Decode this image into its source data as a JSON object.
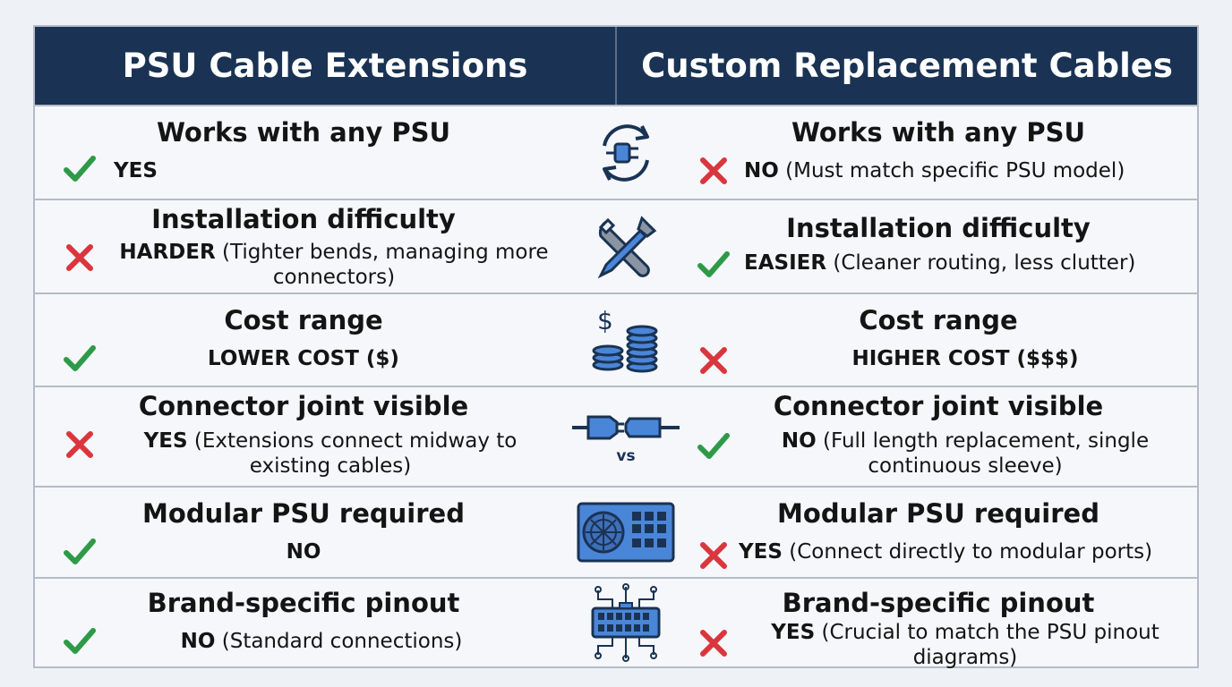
{
  "header": {
    "left_title": "PSU Cable Extensions",
    "right_title": "Custom Replacement Cables"
  },
  "rows": [
    {
      "icon": "plug-refresh-icon",
      "left": {
        "title": "Works with any PSU",
        "mark": "check",
        "keyword": "YES",
        "detail": ""
      },
      "right": {
        "title": "Works with any PSU",
        "mark": "cross",
        "keyword": "NO",
        "detail": " (Must match specific PSU model)"
      }
    },
    {
      "icon": "wrench-screwdriver-icon",
      "left": {
        "title": "Installation difficulty",
        "mark": "cross",
        "keyword": "HARDER",
        "detail": " (Tighter bends, managing more connectors)"
      },
      "right": {
        "title": "Installation difficulty",
        "mark": "check",
        "keyword": "EASIER",
        "detail": " (Cleaner routing, less clutter)"
      }
    },
    {
      "icon": "coin-stack-icon",
      "left": {
        "title": "Cost range",
        "mark": "check",
        "keyword": "LOWER COST ($)",
        "detail": ""
      },
      "right": {
        "title": "Cost range",
        "mark": "cross",
        "keyword": "HIGHER COST ($$$)",
        "detail": ""
      }
    },
    {
      "icon": "plug-connector-icon",
      "icon_label": "vs",
      "left": {
        "title": "Connector joint visible",
        "mark": "cross",
        "keyword": "YES",
        "detail": " (Extensions connect midway to existing cables)"
      },
      "right": {
        "title": "Connector joint visible",
        "mark": "check",
        "keyword": "NO",
        "detail": " (Full length replacement, single continuous sleeve)"
      }
    },
    {
      "icon": "psu-unit-icon",
      "left": {
        "title": "Modular PSU required",
        "mark": "check",
        "keyword": "NO",
        "detail": ""
      },
      "right": {
        "title": "Modular PSU required",
        "mark": "cross",
        "keyword": "YES",
        "detail": " (Connect directly to modular ports)"
      }
    },
    {
      "icon": "pinout-connector-icon",
      "left": {
        "title": "Brand-specific pinout",
        "mark": "check",
        "keyword": "NO",
        "detail": " (Standard connections)"
      },
      "right": {
        "title": "Brand-specific pinout",
        "mark": "cross",
        "keyword": "YES",
        "detail": " (Crucial to match the PSU pinout diagrams)"
      }
    }
  ],
  "colors": {
    "header_bg": "#1a3354",
    "check": "#2e9a48",
    "cross": "#d9363e",
    "icon_blue": "#4a86d8",
    "icon_dark": "#1a3354"
  }
}
